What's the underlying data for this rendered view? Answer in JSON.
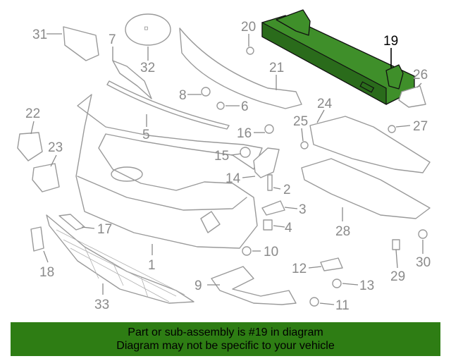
{
  "diagram": {
    "highlight_part": "19",
    "highlight_color": "#3f8f2a",
    "callouts": [
      "1",
      "2",
      "3",
      "4",
      "5",
      "6",
      "7",
      "8",
      "9",
      "10",
      "11",
      "12",
      "13",
      "14",
      "15",
      "16",
      "17",
      "18",
      "19",
      "20",
      "21",
      "22",
      "23",
      "24",
      "25",
      "26",
      "27",
      "28",
      "29",
      "30",
      "31",
      "32",
      "33"
    ],
    "label_32_badge": "▫"
  },
  "banner": {
    "line1": "Part or sub-assembly is #19 in diagram",
    "line2": "Diagram may not be specific to your vehicle",
    "color": "#2e7d14"
  }
}
